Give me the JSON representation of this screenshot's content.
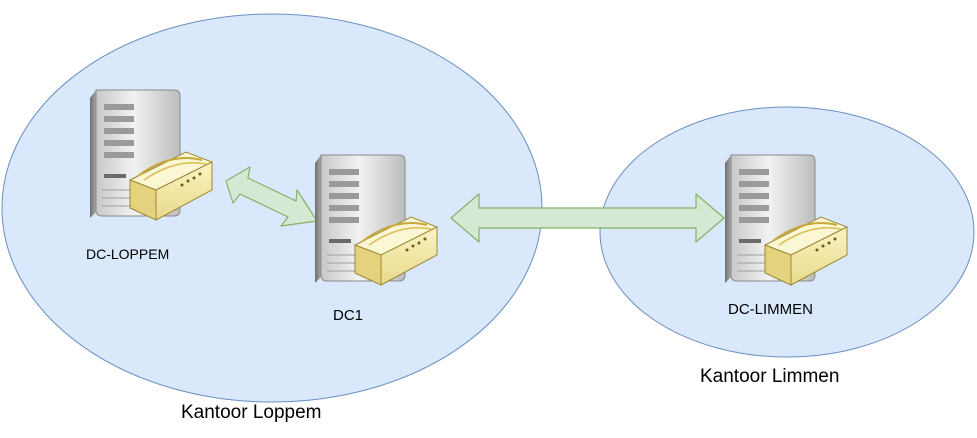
{
  "colors": {
    "site_fill": "#dae8fc",
    "site_stroke": "#6c8ebf",
    "link_fill": "#d5e8d4",
    "link_stroke": "#82b366",
    "server_body": "#d9d9d9",
    "drive_fill": "#f3eab0"
  },
  "sites": [
    {
      "id": "loppem",
      "label": "Kantoor Loppem"
    },
    {
      "id": "limmen",
      "label": "Kantoor Limmen"
    }
  ],
  "servers": [
    {
      "id": "dc-loppem",
      "label": "DC-LOPPEM",
      "icon": "server-icon"
    },
    {
      "id": "dc1",
      "label": "DC1",
      "icon": "server-icon"
    },
    {
      "id": "dc-limmen",
      "label": "DC-LIMMEN",
      "icon": "server-icon"
    }
  ],
  "links": [
    {
      "from": "dc-loppem",
      "to": "dc1",
      "type": "bidirectional-arrow"
    },
    {
      "from": "dc1",
      "to": "dc-limmen",
      "type": "bidirectional-arrow"
    }
  ]
}
